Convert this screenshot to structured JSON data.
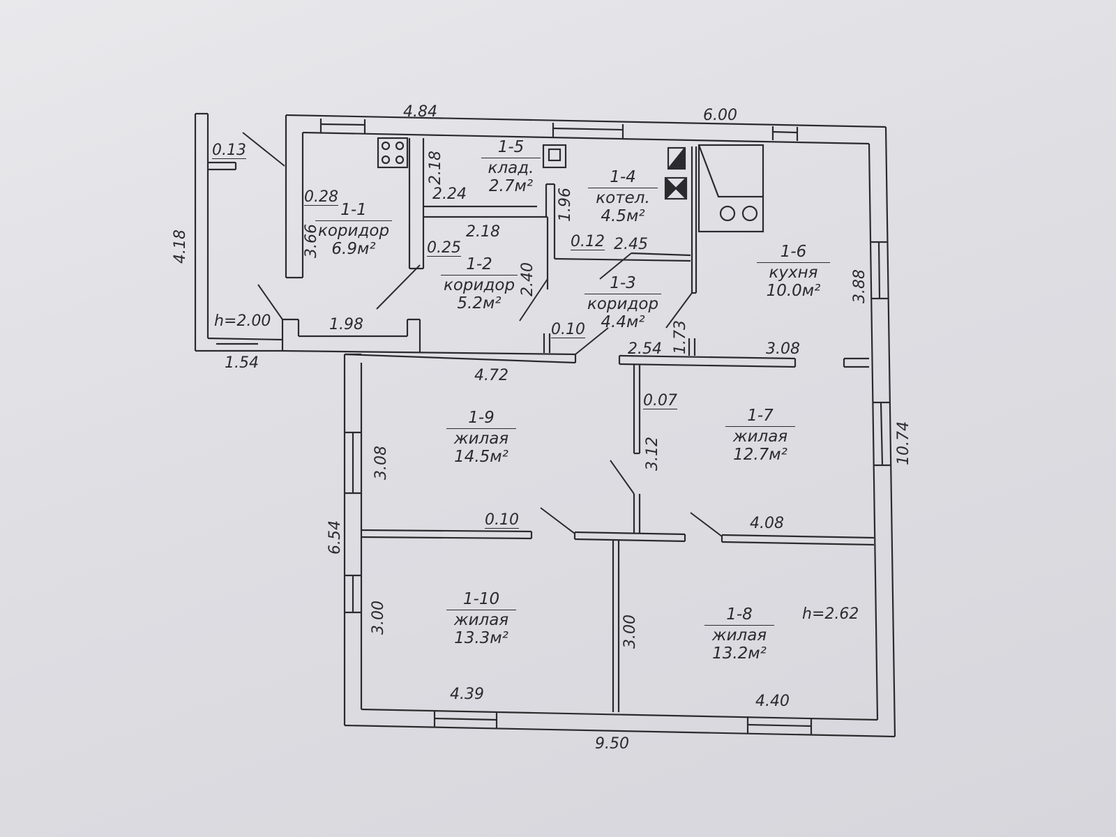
{
  "rooms": [
    {
      "id": "1-1",
      "name": "коридор",
      "area": "6.9м²"
    },
    {
      "id": "1-2",
      "name": "коридор",
      "area": "5.2м²"
    },
    {
      "id": "1-3",
      "name": "коридор",
      "area": "4.4м²"
    },
    {
      "id": "1-4",
      "name": "котел.",
      "area": "4.5м²"
    },
    {
      "id": "1-5",
      "name": "клад.",
      "area": "2.7м²"
    },
    {
      "id": "1-6",
      "name": "кухня",
      "area": "10.0м²"
    },
    {
      "id": "1-7",
      "name": "жилая",
      "area": "12.7м²"
    },
    {
      "id": "1-8",
      "name": "жилая",
      "area": "13.2м²"
    },
    {
      "id": "1-9",
      "name": "жилая",
      "area": "14.5м²"
    },
    {
      "id": "1-10",
      "name": "жилая",
      "area": "13.3м²"
    }
  ],
  "dimensions": {
    "top_left": "4.84",
    "top_right": "6.00",
    "bottom_total": "9.50",
    "right_total": "10.74",
    "left_lower": "6.54",
    "porch_height_side": "4.18",
    "porch_bottom": "1.54",
    "porch_wall": "0.13",
    "wall_028": "0.28",
    "corridor_366": "3.66",
    "corridor_198": "1.98",
    "partition_025": "0.25",
    "storage_218_v": "2.18",
    "storage_224": "2.24",
    "corridor2_218": "2.18",
    "corridor2_240": "2.40",
    "boiler_196": "1.96",
    "partition_012": "0.12",
    "boiler_245": "2.45",
    "partition_010_a": "0.10",
    "corridor3_173": "1.73",
    "corridor3_254": "2.54",
    "kitchen_308": "3.08",
    "kitchen_388": "3.88",
    "room9_472": "4.72",
    "room9_308": "3.08",
    "partition_007": "0.07",
    "room7_312": "3.12",
    "partition_010_b": "0.10",
    "room8_408": "4.08",
    "room10_300_left": "3.00",
    "room10_300_mid": "3.00",
    "room10_439": "4.39",
    "room8_440": "4.40"
  },
  "heights": {
    "porch": "h=2.00",
    "house": "h=2.62"
  },
  "colors": {
    "paper": "#e3e3e7",
    "ink": "#2b2b2e"
  },
  "icons": {
    "stove": "stove-icon",
    "sink": "sink-icon",
    "boiler": "boiler-icon",
    "toilet": "toilet-icon"
  }
}
